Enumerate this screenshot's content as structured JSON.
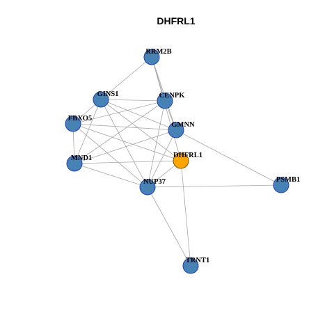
{
  "title": "DHFRL1",
  "colors": {
    "node_fill": "#4682b4",
    "node_stroke": "#1f3fbf",
    "focus_fill": "#ffa500",
    "focus_stroke": "#7a5200",
    "edge": "#a6a6a6"
  },
  "nodes": [
    {
      "id": "RRM2B",
      "label": "RRM2B",
      "focus": false
    },
    {
      "id": "GINS1",
      "label": "GINS1",
      "focus": false
    },
    {
      "id": "CENPK",
      "label": "CENPK",
      "focus": false
    },
    {
      "id": "FBXO5",
      "label": "FBXO5",
      "focus": false
    },
    {
      "id": "GMNN",
      "label": "GMNN",
      "focus": false
    },
    {
      "id": "DHFRL1",
      "label": "DHFRL1",
      "focus": true
    },
    {
      "id": "MND1",
      "label": "MND1",
      "focus": false
    },
    {
      "id": "NUP37",
      "label": "NUP37",
      "focus": false
    },
    {
      "id": "PSMB1",
      "label": "PSMB1",
      "focus": false
    },
    {
      "id": "TRNT1",
      "label": "TRNT1",
      "focus": false
    }
  ],
  "edges": [
    [
      "RRM2B",
      "GINS1"
    ],
    [
      "RRM2B",
      "CENPK"
    ],
    [
      "RRM2B",
      "GMNN"
    ],
    [
      "RRM2B",
      "DHFRL1"
    ],
    [
      "GINS1",
      "CENPK"
    ],
    [
      "GINS1",
      "FBXO5"
    ],
    [
      "GINS1",
      "GMNN"
    ],
    [
      "GINS1",
      "MND1"
    ],
    [
      "GINS1",
      "NUP37"
    ],
    [
      "GINS1",
      "DHFRL1"
    ],
    [
      "CENPK",
      "FBXO5"
    ],
    [
      "CENPK",
      "GMNN"
    ],
    [
      "CENPK",
      "MND1"
    ],
    [
      "CENPK",
      "NUP37"
    ],
    [
      "FBXO5",
      "GMNN"
    ],
    [
      "FBXO5",
      "MND1"
    ],
    [
      "FBXO5",
      "NUP37"
    ],
    [
      "FBXO5",
      "DHFRL1"
    ],
    [
      "GMNN",
      "MND1"
    ],
    [
      "GMNN",
      "NUP37"
    ],
    [
      "GMNN",
      "PSMB1"
    ],
    [
      "MND1",
      "NUP37"
    ],
    [
      "MND1",
      "DHFRL1"
    ],
    [
      "NUP37",
      "DHFRL1"
    ],
    [
      "NUP37",
      "PSMB1"
    ],
    [
      "NUP37",
      "TRNT1"
    ],
    [
      "DHFRL1",
      "TRNT1"
    ]
  ]
}
